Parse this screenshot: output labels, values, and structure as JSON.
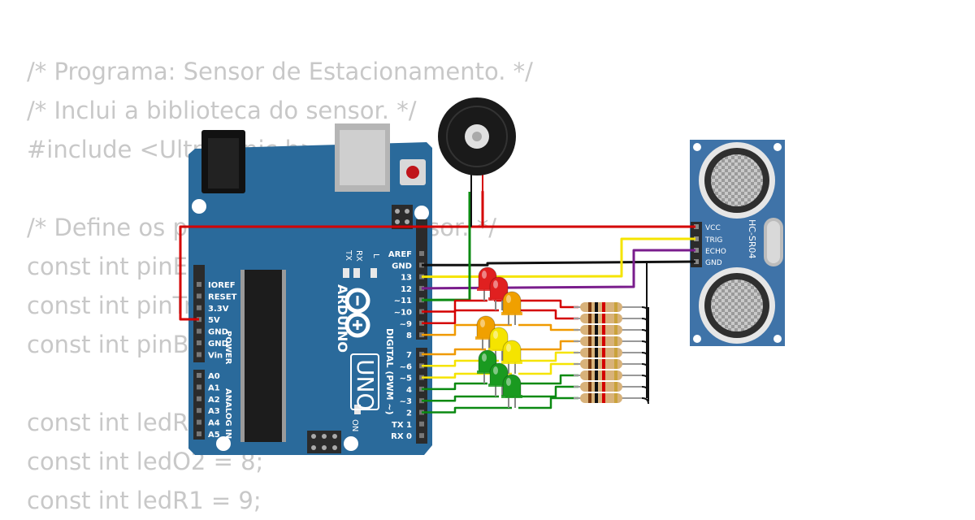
{
  "code_lines": [
    "/* Programa: Sensor de Estacionamento. */",
    "/* Inclui a biblioteca do sensor. */",
    "#include <Ultrasonic.h>",
    "",
    "/* Define os pinos para ligar o sensor. */",
    "const int pinEcho = 12;",
    "const int pinTrig = 13;",
    "const int pinBuzzer = 11;",
    "",
    "const int ledR2 = 10;",
    "const int ledO2 = 8;",
    "const int ledR1 = 9;"
  ],
  "arduino": {
    "brand": "ARDUINO",
    "model": "UNO",
    "on_label": "ON",
    "l_label": "L",
    "tx_led": "TX",
    "rx_led": "RX",
    "power_pins": [
      "IOREF",
      "RESET",
      "3.3V",
      "5V",
      "GND",
      "GND",
      "Vin"
    ],
    "power_header": "POWER",
    "analog_pins": [
      "A0",
      "A1",
      "A2",
      "A3",
      "A4",
      "A5"
    ],
    "analog_header": "ANALOG IN",
    "digital_top": [
      "AREF",
      "GND",
      "13",
      "12",
      "~11",
      "~10",
      "~9",
      "8"
    ],
    "digital_bottom": [
      "7",
      "~6",
      "~5",
      "4",
      "~3",
      "2",
      "TX 1",
      "RX 0"
    ],
    "digital_header": "DIGITAL (PWM ~)",
    "board_color": "#2a6a9b"
  },
  "sensor": {
    "model": "HC-SR04",
    "pins": [
      "VCC",
      "TRIG",
      "ECHO",
      "GND"
    ],
    "board_color": "#3f73a8"
  },
  "wire_colors": {
    "vcc": "#d40000",
    "gnd": "#111111",
    "trig": "#f5e400",
    "echo": "#7a1d8c",
    "buzzer": "#0b8a12",
    "red_led": "#d40000",
    "orange_led": "#f09a00",
    "yellow_led": "#f5e400",
    "green_led": "#0b8a12"
  }
}
